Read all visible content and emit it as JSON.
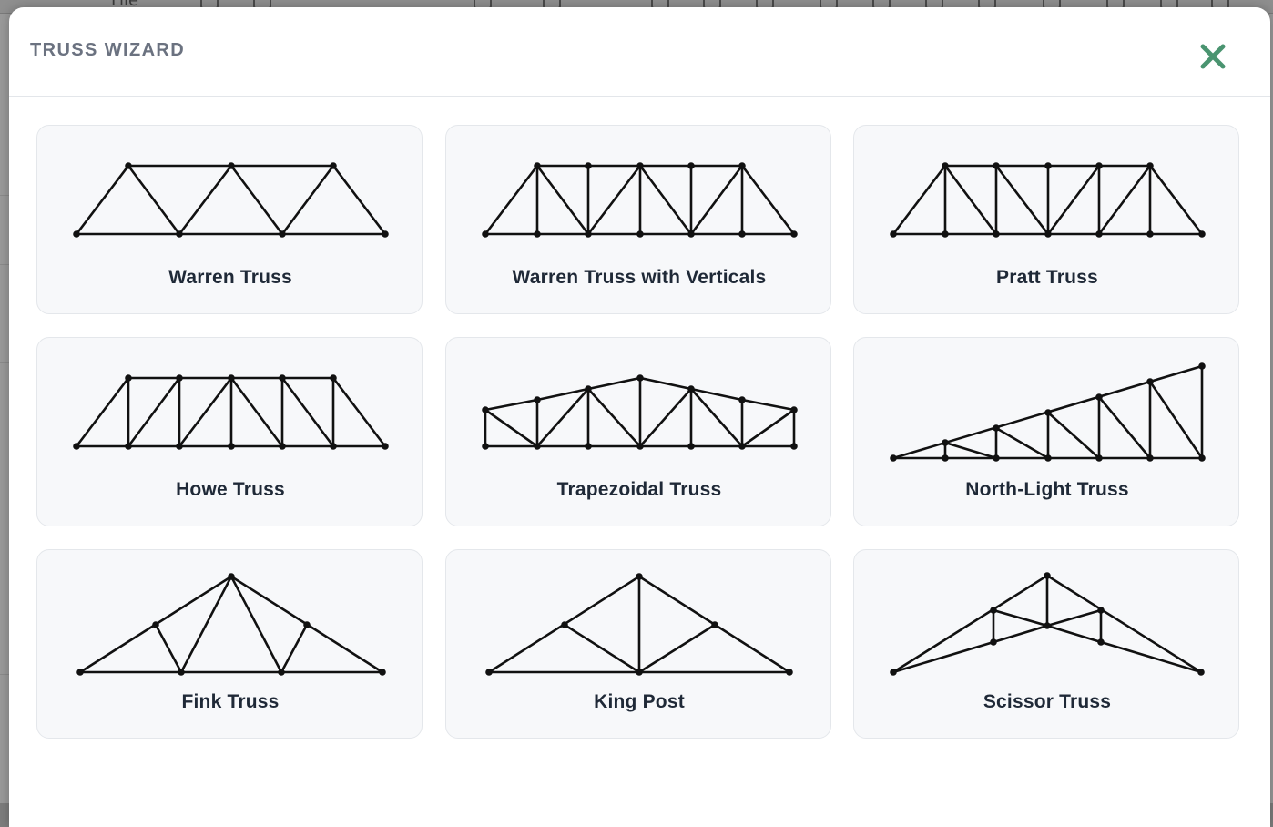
{
  "background": {
    "file_menu_label": "File"
  },
  "modal": {
    "title": "TRUSS WIZARD",
    "close_icon": "close-x-icon",
    "accent_color": "#4a9470"
  },
  "trusses": [
    {
      "label": "Warren Truss",
      "icon": "warren-truss-icon"
    },
    {
      "label": "Warren Truss with Verticals",
      "icon": "warren-verticals-truss-icon"
    },
    {
      "label": "Pratt Truss",
      "icon": "pratt-truss-icon"
    },
    {
      "label": "Howe Truss",
      "icon": "howe-truss-icon"
    },
    {
      "label": "Trapezoidal Truss",
      "icon": "trapezoidal-truss-icon"
    },
    {
      "label": "North-Light Truss",
      "icon": "north-light-truss-icon"
    },
    {
      "label": "Fink Truss",
      "icon": "fink-truss-icon"
    },
    {
      "label": "King Post",
      "icon": "king-post-icon"
    },
    {
      "label": "Scissor Truss",
      "icon": "scissor-truss-icon"
    }
  ]
}
